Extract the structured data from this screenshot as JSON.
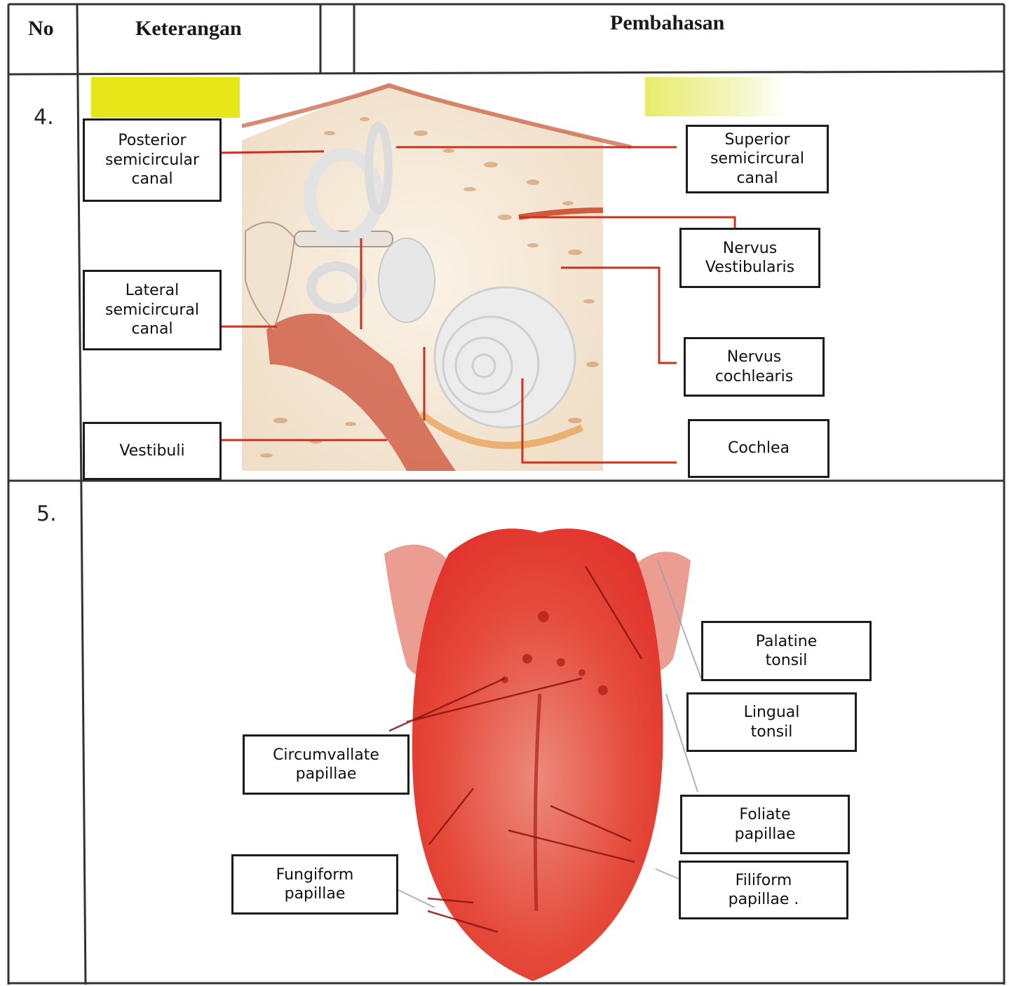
{
  "table": {
    "headers": {
      "no": "No",
      "keterangan": "Keterangan",
      "pembahasan": "Pembahasan"
    },
    "rows": [
      {
        "no": "4.",
        "figure": "inner-ear"
      },
      {
        "no": "5.",
        "figure": "tongue"
      }
    ]
  },
  "ear_labels": {
    "posterior": "Posterior\nsemicircular\ncanal",
    "lateral": "Lateral\nsemicircural\ncanal",
    "vestibuli": "Vestibuli",
    "superior": "Superior\nsemicircural\ncanal",
    "nervus_vestibularis": "Nervus\nVestibularis",
    "nervus_cochlearis": "Nervus\ncochlearis",
    "cochlea": "Cochlea"
  },
  "tongue_labels": {
    "palatine": "Palatine\ntonsil",
    "lingual": "Lingual\ntonsil",
    "circumvallate": "Circumvallate\npapillae",
    "foliate": "Foliate\npapillae",
    "fungiform": "Fungiform\npapillae",
    "filiform": "Filiform\npapillae ."
  },
  "colors": {
    "highlight": "#e6e619",
    "leader": "#c8321e",
    "tongue": "#e2362a",
    "bone": "#f3e7d6"
  }
}
